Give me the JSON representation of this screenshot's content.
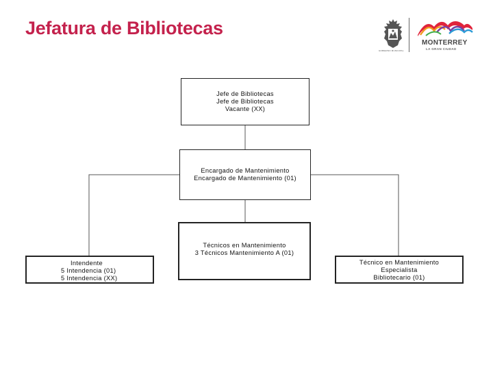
{
  "header": {
    "title": "Jefatura de Bibliotecas"
  },
  "logo": {
    "crest_caption": "GOBIERNO MUNICIPAL",
    "name": "MONTERREY",
    "tagline": "LA GRAN CIUDAD",
    "colors": [
      "#e0243c",
      "#f39a1d",
      "#7b3fa0",
      "#2a9ad6",
      "#3fae49"
    ]
  },
  "org": {
    "jefe": {
      "lines": [
        "Jefe de Bibliotecas",
        "Jefe de Bibliotecas",
        "Vacante (XX)"
      ]
    },
    "encargado": {
      "lines": [
        "Encargado de Mantenimiento",
        "Encargado de Mantenimiento (01)"
      ]
    },
    "tecnicos": {
      "lines": [
        "Técnicos en Mantenimiento",
        "3 Técnicos Mantenimiento A (01)"
      ]
    },
    "intendente": {
      "lines": [
        "Intendente",
        "5 Intendencia (01)",
        "5 Intendencia (XX)"
      ]
    },
    "tecnico_especialista": {
      "lines": [
        "Técnico en Mantenimiento",
        "Especialista",
        "Bibliotecario (01)"
      ]
    }
  },
  "colors": {
    "title": "#c4224d",
    "line": "#555555"
  }
}
